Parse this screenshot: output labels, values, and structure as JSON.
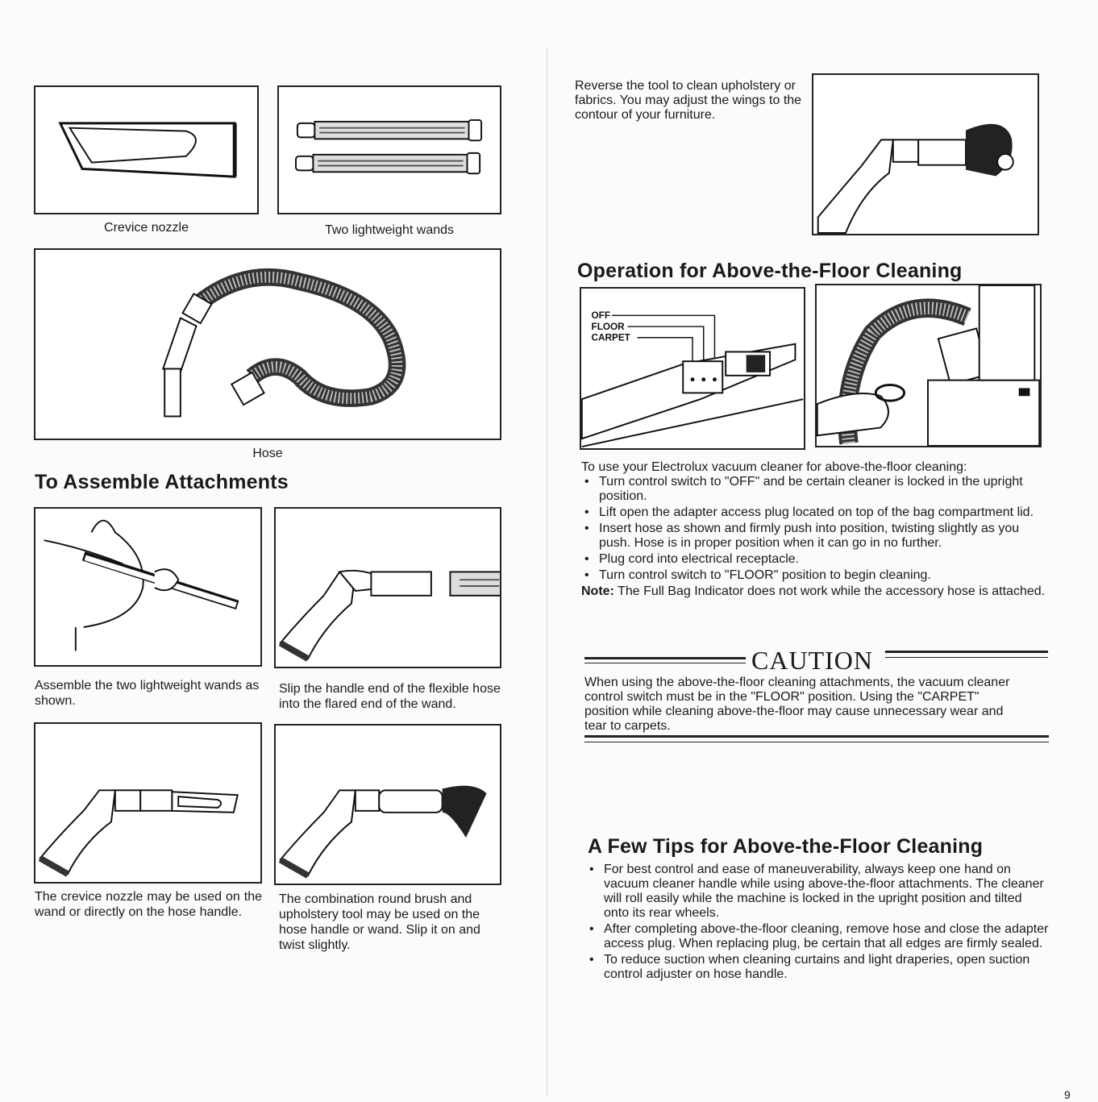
{
  "left_page": {
    "captions": {
      "crevice_nozzle": "Crevice nozzle",
      "two_wands": "Two lightweight wands",
      "hose": "Hose"
    },
    "assemble_heading": "To Assemble Attachments",
    "steps": {
      "wands": "Assemble the two lightweight wands as shown.",
      "handle": "Slip the handle end of the flexible hose into the flared end of the wand.",
      "crevice": "The crevice nozzle may be used on the wand or directly on the hose handle.",
      "brush": "The combination round brush and upholstery tool may be used on the hose handle or wand. Slip it on and twist slightly."
    }
  },
  "right_page": {
    "reverse_text": "Reverse the tool to clean upholstery or fabrics. You may adjust the wings to the contour of your furniture.",
    "operation_heading": "Operation for Above-the-Floor Cleaning",
    "switch_labels": {
      "off": "OFF",
      "floor": "FLOOR",
      "carpet": "CARPET"
    },
    "operation": {
      "intro": "To use your Electrolux vacuum cleaner for above-the-floor cleaning:",
      "bullets": [
        "Turn control switch to \"OFF\" and be certain cleaner is locked in the upright position.",
        "Lift open the adapter access plug located on top of the bag compartment lid.",
        "Insert hose as shown and firmly push into position, twisting slightly as you push. Hose is in proper position when it can go in no further.",
        "Plug cord into electrical receptacle.",
        "Turn control switch to \"FLOOR\" position to begin cleaning."
      ],
      "note_label": "Note:",
      "note_text": "The Full Bag Indicator does not work while the accessory hose is attached."
    },
    "caution": {
      "title": "CAUTION",
      "text": "When using the above-the-floor cleaning attachments, the vacuum cleaner control switch must be in the \"FLOOR\" position. Using the \"CARPET\" position while cleaning above-the-floor may cause unnecessary wear and tear to carpets."
    },
    "tips_heading": "A Few Tips for Above-the-Floor Cleaning",
    "tips": [
      "For best control and ease of maneuverability, always keep one hand on vacuum cleaner handle while using above-the-floor attachments. The cleaner will roll easily while the machine is locked in the upright position and tilted onto its rear wheels.",
      "After completing above-the-floor cleaning, remove hose and close the adapter access plug. When replacing plug, be certain that all edges are firmly sealed.",
      "To reduce suction when cleaning curtains and light draperies, open suction control adjuster on hose handle."
    ],
    "page_number": "9"
  }
}
